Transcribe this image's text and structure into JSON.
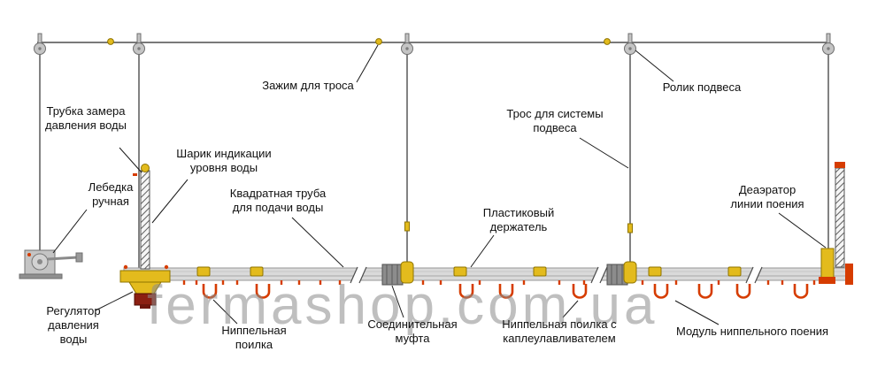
{
  "watermark": {
    "text": "fermashop.com.ua"
  },
  "colors": {
    "yellow": "#e3bb1d",
    "yellow_dk": "#8f7400",
    "red": "#d63c00",
    "cap": "#8b1f12",
    "cable": "#4d4d4d",
    "pipe": "#dadada",
    "pipe_edge": "#979797",
    "metal": "#c4c4c4",
    "metal_dk": "#6f6f6f",
    "coupling": "#8c8c8c",
    "label_text": "#111111",
    "watermark_gray": "#8c8c8c"
  },
  "labels": {
    "pressure_tube": "Трубка замера давления воды",
    "level_ball": "Шарик индикации уровня воды",
    "winch": "Лебедка ручная",
    "cable_clamp": "Зажим для троса",
    "square_pipe": "Квадратная труба для подачи воды",
    "plastic_holder": "Пластиковый держатель",
    "suspension_cable": "Трос для системы подвеса",
    "suspension_roller": "Ролик подвеса",
    "deaerator": "Деаэратор линии поения",
    "pressure_regulator": "Регулятор давления воды",
    "nipple_drinker": "Ниппельная поилка",
    "coupling": "Соединительная муфта",
    "drinker_with_catcher": "Ниппельная поилка с каплеулавливателем",
    "nipple_module": "Модуль ниппельного поения"
  }
}
